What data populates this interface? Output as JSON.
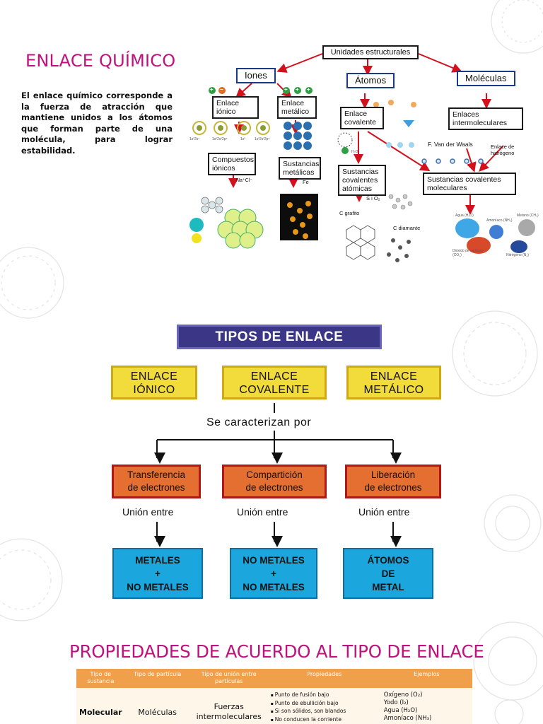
{
  "slide1": {
    "title": "ENLACE QUÍMICO",
    "description": "El enlace químico corresponde a la fuerza de atracción que mantiene unidos a los átomos que forman parte de una molécula, para lograr estabilidad.",
    "concept_map": {
      "root": "Unidades estructurales",
      "iones": "Iones",
      "atomos": "Átomos",
      "moleculas": "Moléculas",
      "enlace_ionico": [
        "Enlace",
        "iónico"
      ],
      "enlace_metalico": [
        "Enlace",
        "metálico"
      ],
      "enlace_covalente": [
        "Enlace",
        "covalente"
      ],
      "enlaces_intermoleculares": [
        "Enlaces",
        "intermoleculares"
      ],
      "compuestos_ionicos": [
        "Compuestos",
        "iónicos"
      ],
      "sustancias_metalicas": [
        "Sustancias",
        "metálicas"
      ],
      "sustancias_covalentes_atomicas": [
        "Sustancias",
        "covalentes",
        "atómicas"
      ],
      "sustancias_covalentes_moleculares": [
        "Sustancias covalentes",
        "moleculares"
      ],
      "van_der_waals": "F. Van der Waals",
      "enlace_hidrogeno": [
        "Enlace de",
        "hidrógeno"
      ],
      "nacl": "Na⁺Cl⁻",
      "fe": "Fe",
      "sio2": "S i O₂",
      "c_grafito": "C grafito",
      "c_diamante": "C diamante",
      "electron_configs": [
        "1s²2s¹",
        "1s²2s²2p⁵",
        "1s²",
        "1s²2s²2p⁶"
      ],
      "ion_signs": [
        "+",
        "−",
        "+",
        "+",
        "+"
      ],
      "water_label": "H₂O",
      "molecule_labels": [
        "Agua (H₂O)",
        "Amoníaco (NH₃)",
        "Metano (CH₄)",
        "Dióxido de carbono (CO₂)",
        "Nitrógeno (N₂)"
      ]
    }
  },
  "slide2": {
    "banner": "TIPOS DE ENLACE",
    "types": [
      {
        "label1": "ENLACE",
        "label2": "IÓNICO"
      },
      {
        "label1": "ENLACE",
        "label2": "COVALENTE"
      },
      {
        "label1": "ENLACE",
        "label2": "METÁLICO"
      }
    ],
    "caracterizan": "Se caracterizan por",
    "mechanisms": [
      {
        "line1": "Transferencia",
        "line2": "de electrones"
      },
      {
        "line1": "Compartición",
        "line2": "de electrones"
      },
      {
        "line1": "Liberación",
        "line2": "de electrones"
      }
    ],
    "union_label": "Unión entre",
    "results": [
      {
        "line1": "METALES",
        "line2": "+",
        "line3": "NO METALES"
      },
      {
        "line1": "NO METALES",
        "line2": "+",
        "line3": "NO METALES"
      },
      {
        "line1": "ÁTOMOS",
        "line2": "DE",
        "line3": "METAL"
      }
    ]
  },
  "slide3": {
    "title": "PROPIEDADES DE ACUERDO AL TIPO DE ENLACE",
    "table": {
      "headers": [
        "Tipo de sustancia",
        "Tipo de partícula",
        "Tipo de unión entre partículas",
        "Propiedades",
        "Ejemplos"
      ],
      "row": {
        "sustancia": "Molecular",
        "particula": "Moléculas",
        "union": "Fuerzas intermoleculares",
        "propiedades": [
          "Punto de fusión bajo",
          "Punto de ebullición bajo",
          "Si son sólidos, son blandos",
          "No conducen la corriente"
        ],
        "ejemplos": [
          "Oxígeno (O₂)",
          "Yodo (I₂)",
          "Agua (H₂O)",
          "Amoníaco (NH₃)"
        ]
      }
    }
  },
  "colors": {
    "title_magenta": "#c0127c",
    "banner_purple": "#3b3686",
    "yellow": "#f2dc3b",
    "orange": "#e46f30",
    "cyan": "#1ba7dd",
    "table_header": "#f0a04a"
  }
}
